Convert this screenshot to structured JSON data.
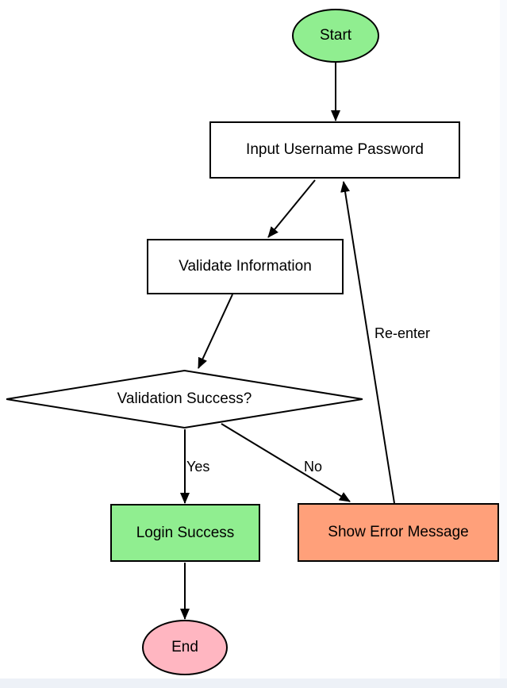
{
  "page": {
    "background": "#ffffff",
    "bottom_strip_color": "#edf1f7",
    "right_strip_color": "#f8fafd"
  },
  "flowchart": {
    "stroke_color": "#000000",
    "nodes": {
      "start": {
        "label": "Start",
        "shape": "ellipse",
        "fill": "#90EE90"
      },
      "input": {
        "label": "Input Username Password",
        "shape": "rect",
        "fill": "#ffffff"
      },
      "validate": {
        "label": "Validate Information",
        "shape": "rect",
        "fill": "#ffffff"
      },
      "decision": {
        "label": "Validation Success?",
        "shape": "diamond",
        "fill": "#ffffff"
      },
      "login": {
        "label": "Login Success",
        "shape": "rect",
        "fill": "#90EE90"
      },
      "error": {
        "label": "Show Error Message",
        "shape": "rect",
        "fill": "#FFA07A"
      },
      "end": {
        "label": "End",
        "shape": "ellipse",
        "fill": "#FFB6C1"
      }
    },
    "edge_labels": {
      "yes": "Yes",
      "no": "No",
      "reenter": "Re-enter"
    }
  }
}
